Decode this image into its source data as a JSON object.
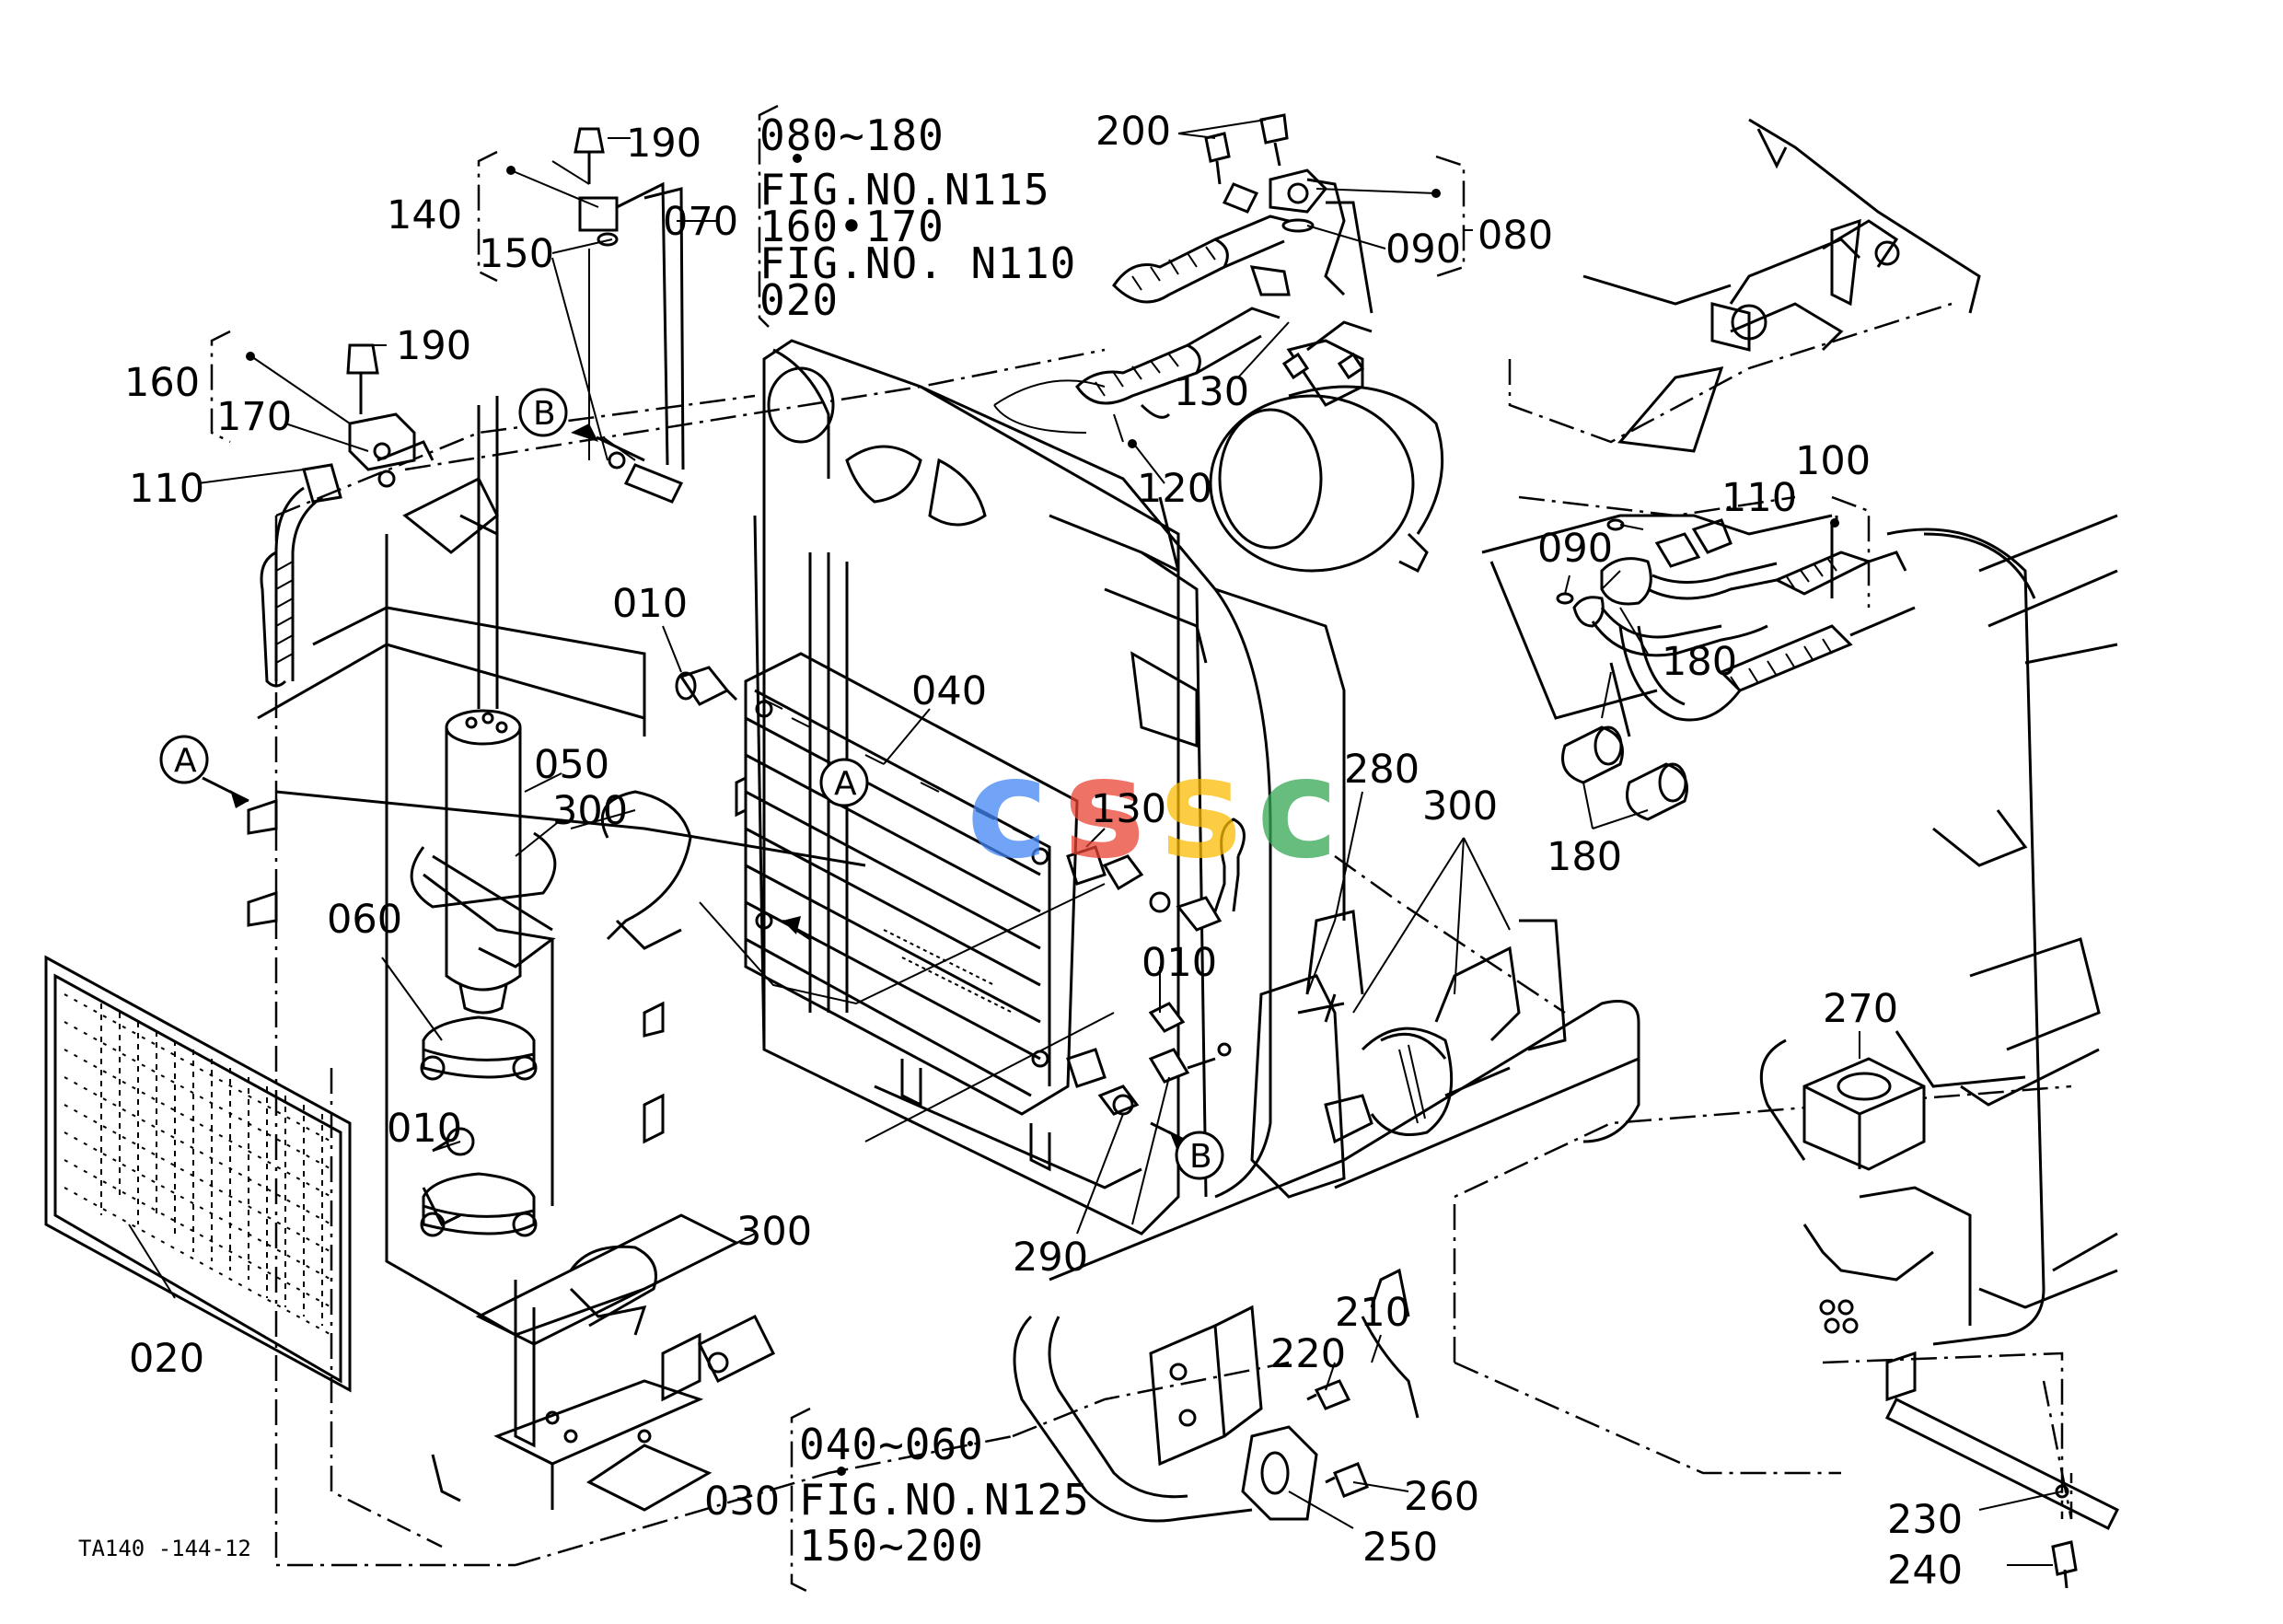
{
  "watermark": {
    "letters": [
      "c",
      "s",
      "s",
      "c"
    ],
    "colors": [
      "#4285f4",
      "#ea4335",
      "#fbbc05",
      "#34a853"
    ]
  },
  "part_labels": {
    "p190a": "190",
    "p140": "140",
    "p150": "150",
    "p070": "070",
    "p190b": "190",
    "p160": "160",
    "p170": "170",
    "p110a": "110",
    "pA1": "A",
    "pB1": "B",
    "p010a": "010",
    "p040": "040",
    "p050": "050",
    "p300a": "300",
    "pA2": "A",
    "p130a": "130",
    "p060": "060",
    "p010b": "010",
    "p010c": "010",
    "p300b": "300",
    "pB2": "B",
    "p290": "290",
    "p020": "020",
    "p200": "200",
    "p090a": "090",
    "p080": "080",
    "p130b": "130",
    "p120": "120",
    "p280": "280",
    "p300c": "300",
    "p100": "100",
    "p110b": "110",
    "p090b": "090",
    "p180a": "180",
    "p180b": "180",
    "p270": "270",
    "p210": "210",
    "p220": "220",
    "p260": "260",
    "p250": "250",
    "p230": "230",
    "p240": "240",
    "p030": "030"
  },
  "references": {
    "r1": "080~180",
    "r2": "FIG.NO.N115",
    "r3": "160•170",
    "r4": "FIG.NO. N110",
    "r5": "020",
    "r6": "040~060",
    "r7": "FIG.NO.N125",
    "r8": "150~200"
  },
  "drawing_code": "TA140 -144-12"
}
